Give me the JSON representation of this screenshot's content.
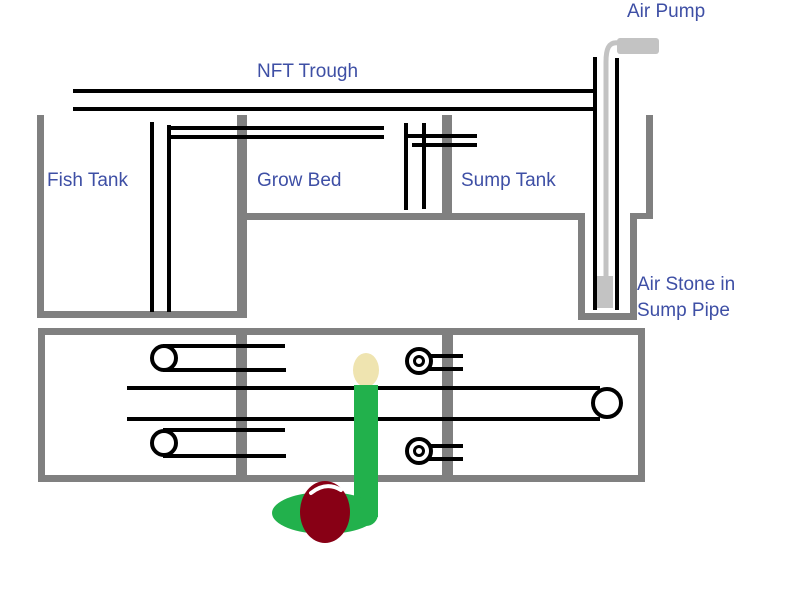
{
  "labels": {
    "air_pump": "Air Pump",
    "nft_trough": "NFT Trough",
    "fish_tank": "Fish Tank",
    "grow_bed": "Grow Bed",
    "sump_tank": "Sump Tank",
    "air_stone_line1": "Air Stone in",
    "air_stone_line2": "Sump Pipe"
  },
  "colors": {
    "background": "#FFFFFF",
    "wall_gray": "#808080",
    "pipe_black": "#000000",
    "air_light_gray": "#C3C3C3",
    "label_blue": "#3E4FA5",
    "plant_green": "#22B14C",
    "fruit_dark_red": "#880015",
    "bulb_cream": "#EFE4B0"
  }
}
